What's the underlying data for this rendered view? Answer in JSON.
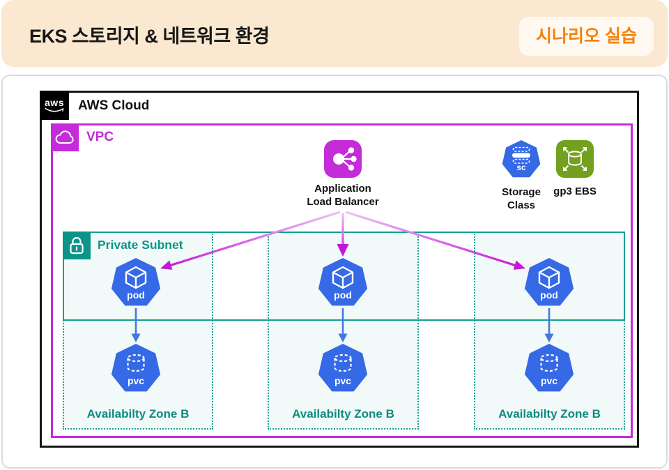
{
  "header": {
    "title": "EKS 스토리지 & 네트워크 환경",
    "badge": "시나리오 실습"
  },
  "diagram": {
    "aws_cloud_label": "AWS Cloud",
    "aws_logo_text": "aws",
    "vpc_label": "VPC",
    "alb": {
      "label_line1": "Application",
      "label_line2": "Load Balancer"
    },
    "storage_class": {
      "icon_text": "sc",
      "label_line1": "Storage",
      "label_line2": "Class"
    },
    "ebs": {
      "label": "gp3 EBS"
    },
    "private_subnet_label": "Private Subnet",
    "zones": [
      {
        "az_label": "Availabilty Zone B",
        "pod_label": "pod",
        "pvc_label": "pvc"
      },
      {
        "az_label": "Availabilty Zone B",
        "pod_label": "pod",
        "pvc_label": "pvc"
      },
      {
        "az_label": "Availabilty Zone B",
        "pod_label": "pod",
        "pvc_label": "pvc"
      }
    ]
  },
  "colors": {
    "header_bg": "#FBE8D0",
    "badge_text": "#F5820B",
    "badge_bg": "#FFF9F2",
    "magenta": "#C42BD9",
    "arrow_magenta_light": "#EEC4F4",
    "arrow_magenta_dark": "#C316D8",
    "teal": "#0D9488",
    "az_bg": "#F1FAF8",
    "k8s_blue": "#3569E6",
    "ebs_green": "#72A11F",
    "arrow_blue": "#4377E6",
    "aws_border": "#161616"
  }
}
